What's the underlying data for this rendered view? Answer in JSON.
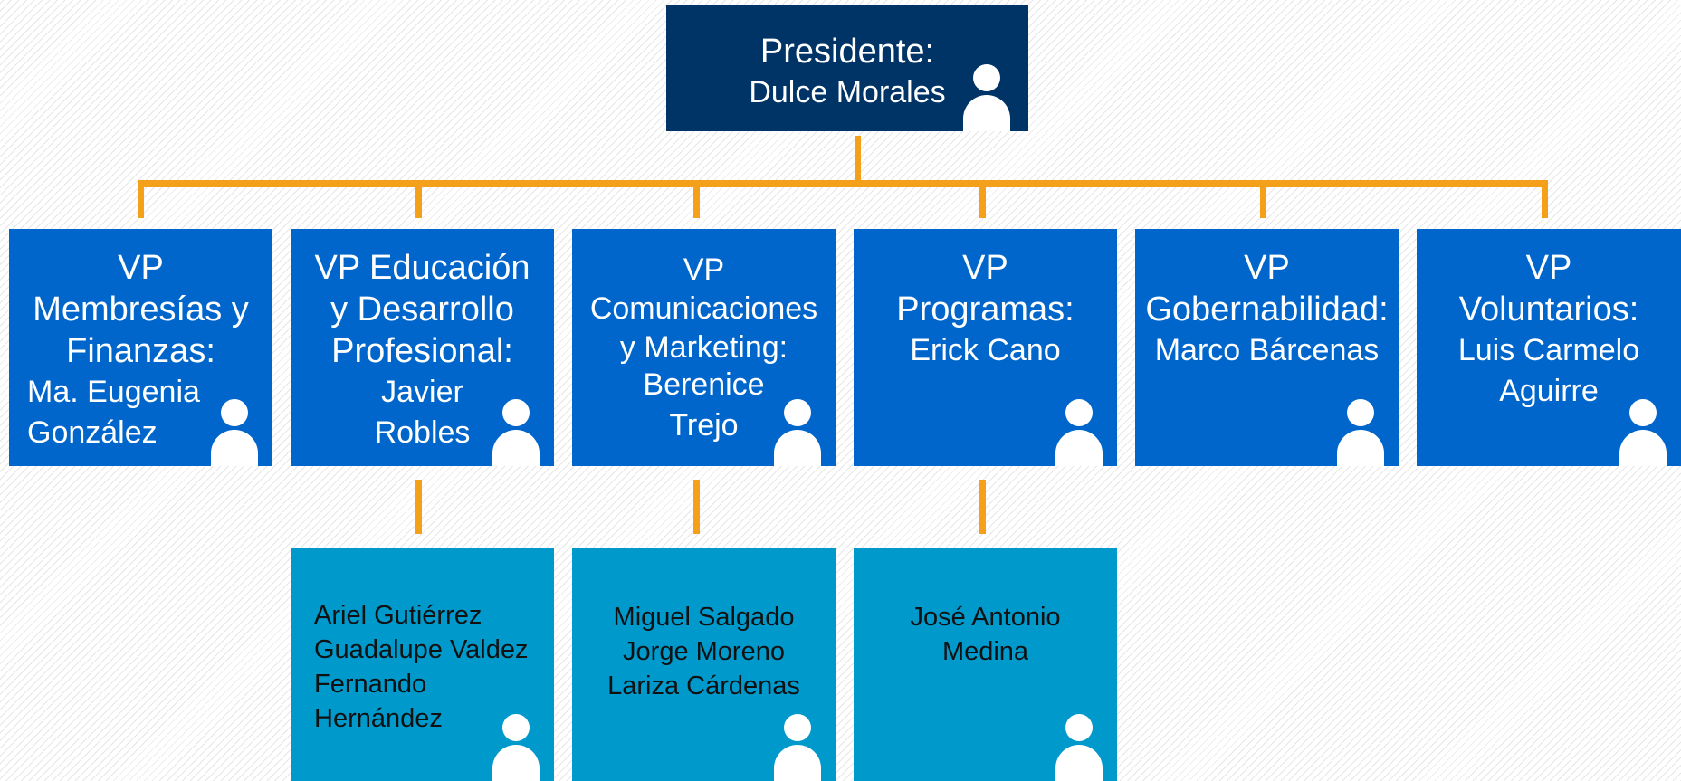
{
  "president": {
    "title": "Presidente:",
    "name": "Dulce Morales"
  },
  "vps": [
    {
      "title_lines": [
        "VP",
        "Membresías y",
        "Finanzas:"
      ],
      "name_lines": [
        "Ma. Eugenia",
        "González"
      ]
    },
    {
      "title_lines": [
        "VP Educación",
        "y Desarrollo",
        "Profesional:"
      ],
      "name_lines": [
        "Javier",
        "Robles"
      ]
    },
    {
      "title_lines": [
        "VP",
        "Comunicaciones",
        "y Marketing:"
      ],
      "name_lines": [
        "Berenice",
        "Trejo"
      ]
    },
    {
      "title_lines": [
        "VP",
        "Programas:"
      ],
      "name_lines": [
        "Erick Cano"
      ]
    },
    {
      "title_lines": [
        "VP",
        "Gobernabilidad:"
      ],
      "name_lines": [
        "Marco Bárcenas"
      ]
    },
    {
      "title_lines": [
        "VP",
        "Voluntarios:"
      ],
      "name_lines": [
        "Luis Carmelo",
        "Aguirre"
      ]
    }
  ],
  "teams": [
    {
      "members": [
        "Ariel Gutiérrez",
        "Guadalupe Valdez",
        "Fernando",
        "Hernández"
      ]
    },
    {
      "members": [
        "Miguel Salgado",
        "Jorge Moreno",
        "Lariza Cárdenas"
      ]
    },
    {
      "members": [
        "José Antonio",
        "Medina"
      ]
    }
  ],
  "colors": {
    "president_fill": "#003366",
    "vp_fill": "#0066cc",
    "team_fill": "#0099cc",
    "connector": "#f5a01a",
    "icon": "#ffffff"
  },
  "icons": {
    "person": "person-icon"
  }
}
